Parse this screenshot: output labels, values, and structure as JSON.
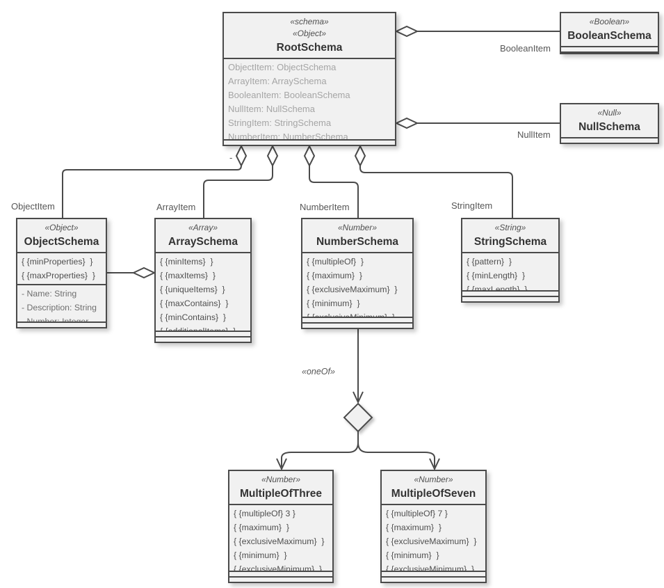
{
  "diagram": {
    "background": "#ffffff",
    "box_fill": "#f1f1f1",
    "line_color": "#4a4a4a",
    "title_color": "#333333",
    "faded_text_color": "#a5a5a5"
  },
  "classes": {
    "root": {
      "stereotypes": [
        "«schema»",
        "«Object»"
      ],
      "name": "RootSchema",
      "attributes": [
        "ObjectItem: ObjectSchema",
        "ArrayItem: ArraySchema",
        "BooleanItem: BooleanSchema",
        "NullItem: NullSchema",
        "StringItem: StringSchema",
        "NumberItem: NumberSchema"
      ]
    },
    "boolean": {
      "stereotype": "«Boolean»",
      "name": "BooleanSchema"
    },
    "null": {
      "stereotype": "«Null»",
      "name": "NullSchema"
    },
    "object": {
      "stereotype": "«Object»",
      "name": "ObjectSchema",
      "constraints": [
        "{ {minProperties}  }",
        "{ {maxProperties}  }"
      ],
      "attributes": [
        "- Name: String",
        "- Description: String",
        "- Number: Integer"
      ]
    },
    "array": {
      "stereotype": "«Array»",
      "name": "ArraySchema",
      "constraints": [
        "{ {minItems}  }",
        "{ {maxItems}  }",
        "{ {uniqueItems}  }",
        "{ {maxContains}  }",
        "{ {minContains}  }",
        "{ {additionalItems}  }"
      ]
    },
    "number": {
      "stereotype": "«Number»",
      "name": "NumberSchema",
      "constraints": [
        "{ {multipleOf}  }",
        "{ {maximum}  }",
        "{ {exclusiveMaximum}  }",
        "{ {minimum}  }",
        "{ {exclusiveMinimum}  }"
      ]
    },
    "string": {
      "stereotype": "«String»",
      "name": "StringSchema",
      "constraints": [
        "{ {pattern}  }",
        "{ {minLength}  }",
        "{ {maxLength}  }"
      ]
    },
    "mult3": {
      "stereotype": "«Number»",
      "name": "MultipleOfThree",
      "constraints": [
        "{ {multipleOf} 3 }",
        "{ {maximum}  }",
        "{ {exclusiveMaximum}  }",
        "{ {minimum}  }",
        "{ {exclusiveMinimum}  }"
      ]
    },
    "mult7": {
      "stereotype": "«Number»",
      "name": "MultipleOfSeven",
      "constraints": [
        "{ {multipleOf} 7 }",
        "{ {maximum}  }",
        "{ {exclusiveMaximum}  }",
        "{ {minimum}  }",
        "{ {exclusiveMinimum}  }"
      ]
    }
  },
  "edge_labels": {
    "boolean_item": "BooleanItem",
    "null_item": "NullItem",
    "object_item": "ObjectItem",
    "array_item": "ArrayItem",
    "number_item": "NumberItem",
    "string_item": "StringItem",
    "one_of": "«oneOf»",
    "minus_marker": "-"
  }
}
